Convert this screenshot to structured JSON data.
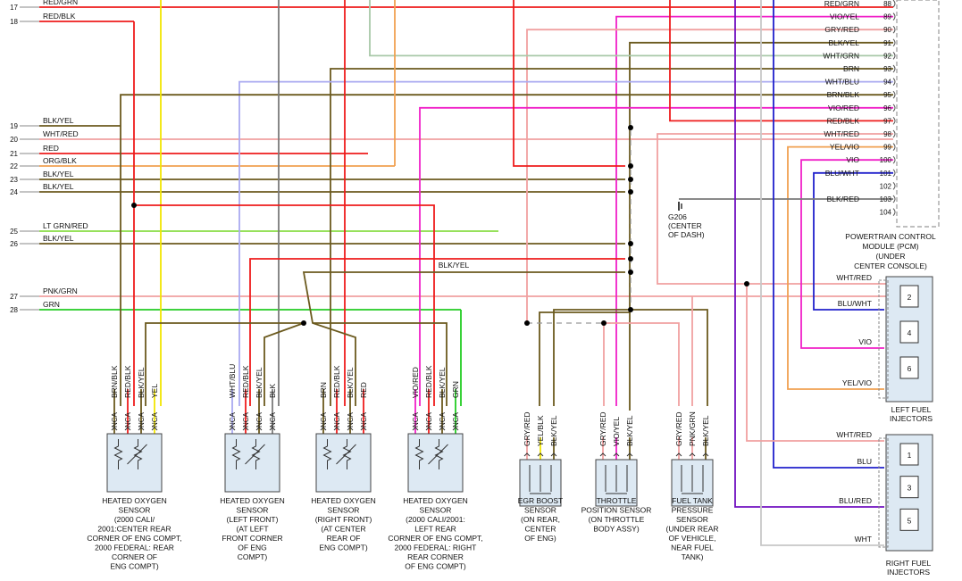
{
  "colors": {
    "red": "#ee1c1c",
    "yellow": "#f2e600",
    "olive": "#6b5a1e",
    "lavender": "#aaaaf0",
    "magenta": "#f020c8",
    "orange": "#f0a050",
    "pink": "#f0a0a0",
    "green": "#22cc22",
    "ltgreen": "#88dd44",
    "blue": "#2020cc",
    "purple": "#7010c0",
    "gray": "#7a7a7a",
    "ltgray": "#c8c8c8",
    "sage": "#a8c8a8",
    "sensor_fill": "#dde9f3"
  },
  "left_wires": [
    {
      "pin": "17",
      "label": "RED/GRN"
    },
    {
      "pin": "18",
      "label": "RED/BLK"
    },
    {
      "pin": "19",
      "label": "BLK/YEL"
    },
    {
      "pin": "20",
      "label": "WHT/RED"
    },
    {
      "pin": "21",
      "label": "RED"
    },
    {
      "pin": "22",
      "label": "ORG/BLK"
    },
    {
      "pin": "23",
      "label": "BLK/YEL"
    },
    {
      "pin": "24",
      "label": "BLK/YEL"
    },
    {
      "pin": "25",
      "label": "LT GRN/RED"
    },
    {
      "pin": "26",
      "label": "BLK/YEL"
    },
    {
      "pin": "27",
      "label": "PNK/GRN"
    },
    {
      "pin": "28",
      "label": "GRN"
    }
  ],
  "mid_label": "BLK/YEL",
  "pcm": {
    "title": "POWERTRAIN CONTROL MODULE (PCM) (UNDER CENTER CONSOLE)",
    "title_lines": [
      "POWERTRAIN CONTROL",
      "MODULE (PCM)",
      "(UNDER",
      "CENTER CONSOLE)"
    ],
    "pins": [
      {
        "label": "RED/GRN",
        "pin": "88"
      },
      {
        "label": "VIO/YEL",
        "pin": "89"
      },
      {
        "label": "GRY/RED",
        "pin": "90"
      },
      {
        "label": "BLK/YEL",
        "pin": "91"
      },
      {
        "label": "WHT/GRN",
        "pin": "92"
      },
      {
        "label": "BRN",
        "pin": "93"
      },
      {
        "label": "WHT/BLU",
        "pin": "94"
      },
      {
        "label": "BRN/BLK",
        "pin": "95"
      },
      {
        "label": "VIO/RED",
        "pin": "96"
      },
      {
        "label": "RED/BLK",
        "pin": "97"
      },
      {
        "label": "WHT/RED",
        "pin": "98"
      },
      {
        "label": "YEL/VIO",
        "pin": "99"
      },
      {
        "label": "VIO",
        "pin": "100"
      },
      {
        "label": "BLU/WHT",
        "pin": "101"
      },
      {
        "label": "",
        "pin": "102"
      },
      {
        "label": "BLK/RED",
        "pin": "103"
      },
      {
        "label": "",
        "pin": "104"
      }
    ]
  },
  "ground": {
    "id": "G206",
    "lines": [
      "G206",
      "(CENTER",
      "OF DASH)"
    ]
  },
  "left_injectors": {
    "title_lines": [
      "LEFT FUEL",
      "INJECTORS"
    ],
    "wires": [
      "WHT/RED",
      "BLU/WHT",
      "VIO",
      "YEL/VIO"
    ],
    "numbers": [
      "2",
      "4",
      "6"
    ]
  },
  "right_injectors": {
    "title_lines": [
      "RIGHT FUEL",
      "INJECTORS"
    ],
    "wires": [
      "WHT/RED",
      "BLU",
      "BLU/RED",
      "WHT"
    ],
    "numbers": [
      "1",
      "3",
      "5"
    ]
  },
  "sensors": [
    {
      "wires": [
        "BRN/BLK",
        "RED/BLK",
        "BLK/YEL",
        "YEL"
      ],
      "pins": [
        "NCA",
        "NCA",
        "NCA",
        "NCA"
      ],
      "lines": [
        "HEATED OXYGEN",
        "SENSOR",
        "(2000 CALI/",
        "2001:CENTER REAR",
        "CORNER OF ENG COMPT,",
        "2000 FEDERAL: REAR",
        "CORNER OF",
        "ENG COMPT)"
      ]
    },
    {
      "wires": [
        "WHT/BLU",
        "RED/BLK",
        "BLK/YEL",
        "BLK"
      ],
      "pins": [
        "NCA",
        "NCA",
        "NCA",
        "NCA"
      ],
      "lines": [
        "HEATED OXYGEN",
        "SENSOR",
        "(LEFT FRONT)",
        "(AT LEFT",
        "FRONT CORNER",
        "OF ENG",
        "COMPT)"
      ]
    },
    {
      "wires": [
        "BRN",
        "RED/BLK",
        "BLK/YEL",
        "RED"
      ],
      "pins": [
        "NCA",
        "NCA",
        "NCA",
        "NCA"
      ],
      "lines": [
        "HEATED OXYGEN",
        "SENSOR",
        "(RIGHT FRONT)",
        "(AT CENTER",
        "REAR OF",
        "ENG COMPT)"
      ]
    },
    {
      "wires": [
        "VIO/RED",
        "RED/BLK",
        "BLK/YEL",
        "GRN"
      ],
      "pins": [
        "NCA",
        "NCA",
        "NCA",
        "NCA"
      ],
      "lines": [
        "HEATED OXYGEN",
        "SENSOR",
        "(2000 CALI/2001:",
        "LEFT REAR",
        "CORNER OF ENG COMPT,",
        "2000 FEDERAL: RIGHT",
        "REAR CORNER",
        "OF ENG COMPT)"
      ]
    },
    {
      "wires": [
        "GRY/RED",
        "YEL/BLK",
        "BLK/YEL"
      ],
      "lines": [
        "EGR BOOST",
        "SENSOR",
        "(ON REAR,",
        "CENTER",
        "OF ENG)"
      ]
    },
    {
      "wires": [
        "GRY/RED",
        "VIO/YEL",
        "BLK/YEL"
      ],
      "lines": [
        "THROTTLE",
        "POSITION SENSOR",
        "(ON THROTTLE",
        "BODY ASSY)"
      ]
    },
    {
      "wires": [
        "GRY/RED",
        "PNK/GRN",
        "BLK/YEL"
      ],
      "lines": [
        "FUEL TANK",
        "PRESSURE",
        "SENSOR",
        "(UNDER REAR",
        "OF VEHICLE,",
        "NEAR FUEL",
        "TANK)"
      ]
    }
  ]
}
